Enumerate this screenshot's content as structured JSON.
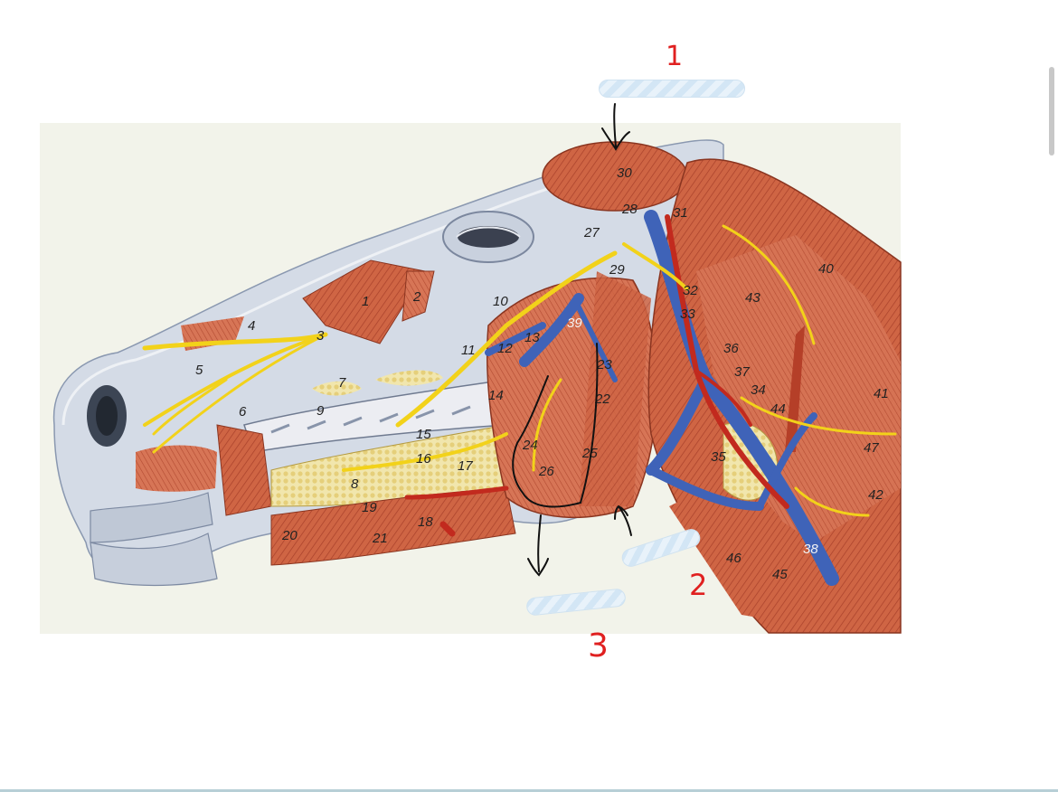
{
  "figure": {
    "labels": [
      "1",
      "2",
      "3",
      "4",
      "5",
      "6",
      "7",
      "8",
      "9",
      "10",
      "11",
      "12",
      "13",
      "14",
      "15",
      "16",
      "17",
      "18",
      "19",
      "20",
      "21",
      "22",
      "23",
      "24",
      "25",
      "26",
      "27",
      "28",
      "29",
      "30",
      "31",
      "32",
      "33",
      "34",
      "35",
      "36",
      "37",
      "38",
      "39",
      "40",
      "41",
      "42",
      "43",
      "44",
      "45",
      "46",
      "47"
    ]
  },
  "annotations": {
    "marker_1": "1",
    "marker_2": "2",
    "marker_3": "3"
  },
  "colors": {
    "muscle": "#c9583a",
    "nerve": "#f2d21a",
    "vein": "#3f63b8",
    "artery": "#c22a1e",
    "skull": "#cfd7e2",
    "gland": "#efe3a6",
    "handwriting_red": "#e02020",
    "redaction": "#d3e6f5"
  }
}
